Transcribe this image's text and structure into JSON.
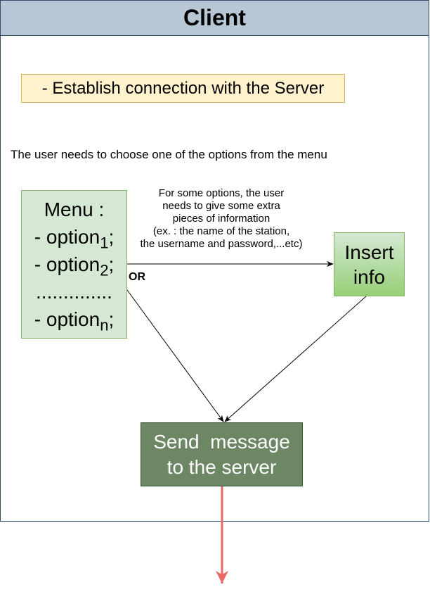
{
  "header": {
    "title": "Client"
  },
  "establish": {
    "text": "- Establish connection with the Server"
  },
  "instruction": {
    "text": "The user needs to choose one of the options from the menu"
  },
  "menu": {
    "title": "Menu :",
    "option_prefix": "- option",
    "option1_sub": "1",
    "option2_sub": "2",
    "optionn_sub": "n",
    "option_suffix": ";",
    "dots": ".............."
  },
  "note": {
    "lines": [
      "For some options, the user",
      "needs to give some extra",
      "pieces of information",
      "(ex. : the name of the station,",
      "the username and password,...etc)"
    ]
  },
  "or_label": "OR",
  "insert": {
    "line1": "Insert",
    "line2": "info"
  },
  "send": {
    "line1": "Send  message",
    "line2": "to the server"
  },
  "colors": {
    "header_fill": "#b8c7d5",
    "establish_fill": "#fff2cc",
    "menu_fill": "#d5e8d4",
    "send_fill": "#6d8764",
    "exit_arrow": "#ea6b66"
  }
}
